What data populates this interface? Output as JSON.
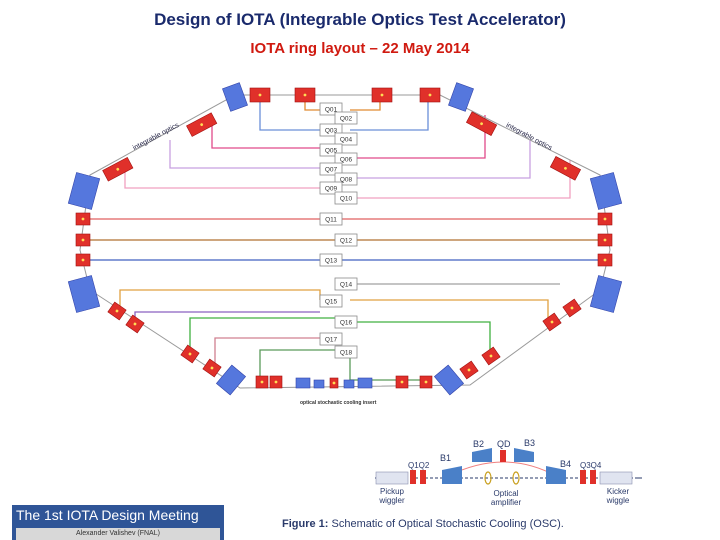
{
  "header": {
    "title": "Design of IOTA (Integrable Optics Test Accelerator)",
    "subtitle": "IOTA ring layout – 22 May 2014"
  },
  "ring": {
    "quads": [
      "Q01",
      "Q02",
      "Q03",
      "Q04",
      "Q05",
      "Q06",
      "Q07",
      "Q08",
      "Q09",
      "Q10",
      "Q11",
      "Q12",
      "Q13",
      "Q14",
      "Q15",
      "Q16",
      "Q17",
      "Q18"
    ],
    "left_label": "integrable optics",
    "right_label": "integrable optics",
    "bottom_label": "optical stochastic cooling insert",
    "colors": {
      "magnet": "#e0302a",
      "dipole": "#5577dd"
    }
  },
  "osc": {
    "labels": {
      "b1": "B1",
      "b2": "B2",
      "qd": "QD",
      "b3": "B3",
      "b4": "B4",
      "q1q2": "Q1Q2",
      "q3q4": "Q3Q4",
      "pickup": "Pickup",
      "pickup2": "wiggler",
      "optical": "Optical",
      "optical2": "amplifier",
      "kicker": "Kicker",
      "kicker2": "wiggle"
    },
    "caption_bold": "Figure 1:",
    "caption_text": " Schematic of Optical Stochastic Cooling (OSC)."
  },
  "footer": {
    "title": "The 1st IOTA Design Meeting",
    "author": "Alexander Valishev (FNAL)"
  }
}
